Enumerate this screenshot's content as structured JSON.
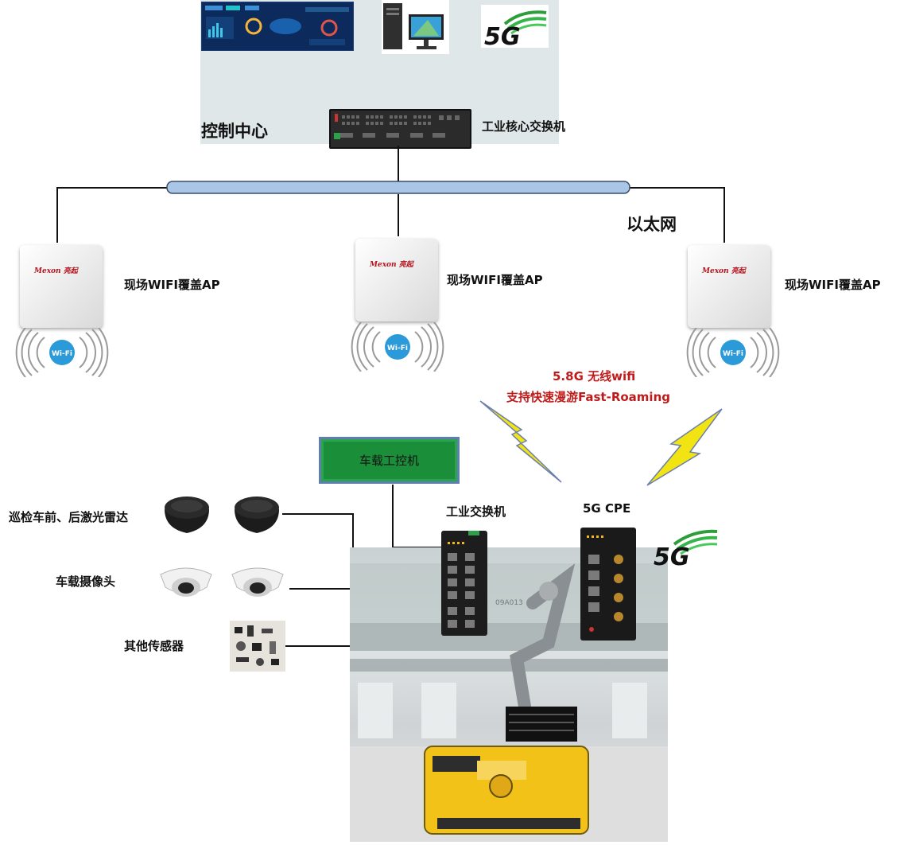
{
  "control_center": {
    "title": "控制中心"
  },
  "core_switch": {
    "label": "工业核心交换机"
  },
  "ethernet": {
    "label": "以太网"
  },
  "access_points": [
    {
      "brand": "Mexon 亮起",
      "label": "现场WIFI覆盖AP",
      "wifi_badge": "Wi-Fi"
    },
    {
      "brand": "Mexon 亮起",
      "label": "现场WIFI覆盖AP",
      "wifi_badge": "Wi-Fi"
    },
    {
      "brand": "Mexon 亮起",
      "label": "现场WIFI覆盖AP",
      "wifi_badge": "Wi-Fi"
    }
  ],
  "wireless": {
    "line1": "5.8G 无线wifi",
    "line2": "支持快速漫游Fast-Roaming",
    "color": "#c01b1b"
  },
  "vehicle_pc": {
    "label": "车载工控机"
  },
  "industrial_switch": {
    "label": "工业交换机"
  },
  "cpe": {
    "label": "5G CPE"
  },
  "logo_5g": "5G",
  "sensors": {
    "lidar": "巡检车前、后激光雷达",
    "camera": "车载摄像头",
    "other": "其他传感器"
  },
  "vehicle_id": "09A013",
  "colors": {
    "control_bg": "#dfe7e8",
    "bus": "#a9c6e6",
    "vehicle_pc_fill": "#1b8e3a",
    "vehicle_pc_border": "#5f7fb0",
    "lightning": "#f2e312",
    "robot_body": "#f2c218"
  }
}
